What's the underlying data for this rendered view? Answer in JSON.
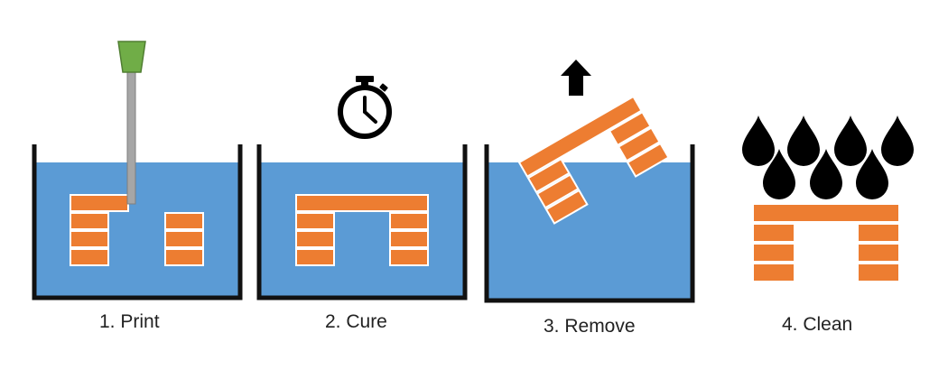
{
  "steps": [
    {
      "label": "1. Print"
    },
    {
      "label": "2. Cure"
    },
    {
      "label": "3. Remove"
    },
    {
      "label": "4. Clean"
    }
  ],
  "colors": {
    "resin": "#5b9bd5",
    "tank_outline": "#111111",
    "brick_fill": "#ed7d31",
    "brick_stroke": "#ffffff",
    "nozzle_tip": "#70ad47",
    "nozzle_shaft": "#a6a6a6",
    "icon": "#000000"
  },
  "icons": [
    "stopwatch-icon",
    "arrow-up-icon",
    "water-drop-icon"
  ]
}
